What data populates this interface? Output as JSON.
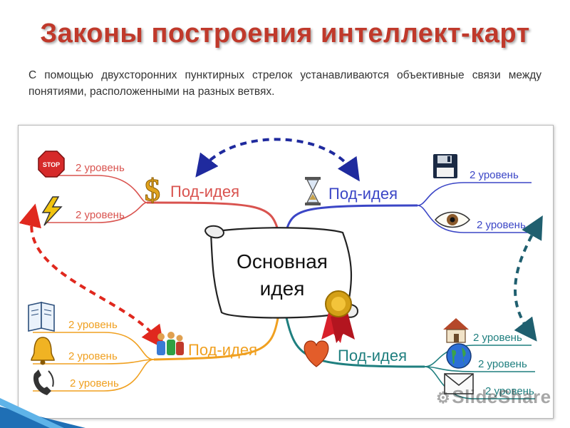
{
  "slide": {
    "title": "Законы построения интеллект-карт",
    "subtitle": "С помощью двухсторонних пунктирных стрелок устанавливаются объективные связи между понятиями, расположенными на разных ветвях."
  },
  "diagram": {
    "central_idea": {
      "line1": "Основная",
      "line2": "идея"
    },
    "branches": {
      "top_left": {
        "label": "Под-идея",
        "icon": "dollar-icon",
        "color": "#d9534f",
        "sub_items": [
          {
            "label": "2 уровень",
            "icon": "stop-sign-icon"
          },
          {
            "label": "2 уровень",
            "icon": "lightning-icon"
          }
        ]
      },
      "top_right": {
        "label": "Под-идея",
        "icon": "hourglass-icon",
        "color": "#3b46c6",
        "sub_items": [
          {
            "label": "2 уровень",
            "icon": "floppy-disk-icon"
          },
          {
            "label": "2 уровень",
            "icon": "eye-icon"
          }
        ]
      },
      "bottom_left": {
        "label": "Под-идея",
        "icon": "people-icon",
        "color": "#f0a020",
        "sub_items": [
          {
            "label": "2 уровень",
            "icon": "book-icon"
          },
          {
            "label": "2 уровень",
            "icon": "bell-icon"
          },
          {
            "label": "2 уровень",
            "icon": "phone-icon"
          }
        ]
      },
      "bottom_right": {
        "label": "Под-идея",
        "icon": "heart-icon",
        "color": "#1f7f7f",
        "sub_items": [
          {
            "label": "2 уровень",
            "icon": "house-icon"
          },
          {
            "label": "2 уровень",
            "icon": "globe-icon"
          },
          {
            "label": "2 уровень",
            "icon": "envelope-icon"
          }
        ]
      }
    },
    "connectors": {
      "top_arrow_color": "#1f2a9e",
      "left_arrow_color": "#e0281e",
      "right_arrow_color": "#1f5f6f"
    }
  },
  "watermark": {
    "text": "SlideShare"
  }
}
